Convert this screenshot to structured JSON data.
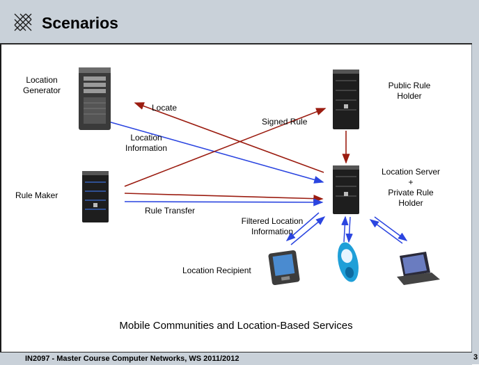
{
  "header": {
    "title": "Scenarios"
  },
  "labels": {
    "location_generator": "Location\nGenerator",
    "public_rule_holder": "Public Rule\nHolder",
    "rule_maker": "Rule Maker",
    "location_server": "Location Server\n+\nPrivate Rule\nHolder",
    "locate": "Locate",
    "signed_rule": "Signed Rule",
    "location_information": "Location\nInformation",
    "rule_transfer": "Rule Transfer",
    "filtered_location_information": "Filtered Location\nInformation",
    "location_recipient": "Location Recipient"
  },
  "subtitle": "Mobile Communities and Location-Based Services",
  "footer": {
    "text": "IN2097 - Master Course Computer Networks, WS 2011/2012",
    "page": "3"
  },
  "colors": {
    "header_bg": "#c9d1d9",
    "arrow_red": "#9b1c10",
    "arrow_blue": "#2b45e0"
  },
  "icons": [
    "server-tower-icon",
    "server-rack-icon",
    "pda-icon",
    "mobile-phone-icon",
    "laptop-icon",
    "grid-logo-icon"
  ]
}
